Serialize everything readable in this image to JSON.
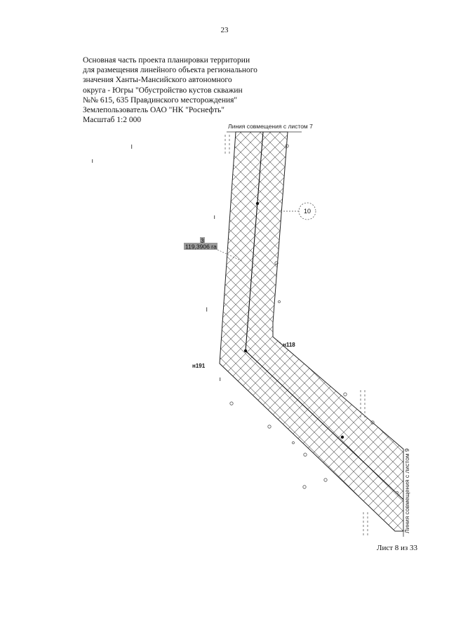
{
  "page_number": "23",
  "title_lines": [
    "Основная часть проекта планировки территории",
    "для размещения линейного объекта регионального",
    "значения Ханты-Мансийского автономного",
    "округа - Югры \"Обустройство кустов скважин",
    "№№ 615, 635 Правдинского месторождения\"",
    "Землепользователь ОАО \"НК \"Роснефть\"",
    "Масштаб 1:2 000"
  ],
  "map": {
    "match_line_top": "Линия совмещения с листом 7",
    "match_line_right": "Линия совмещения с листом 9",
    "parcel_number": "3",
    "parcel_area": "119,3906 га",
    "callout_number": "10",
    "point_n118": "н118",
    "point_n191": "н191",
    "colors": {
      "line": "#222222",
      "hatch": "#555555",
      "area_label_bg": "#9a9a9a"
    }
  },
  "footer": "Лист 8 из 33"
}
